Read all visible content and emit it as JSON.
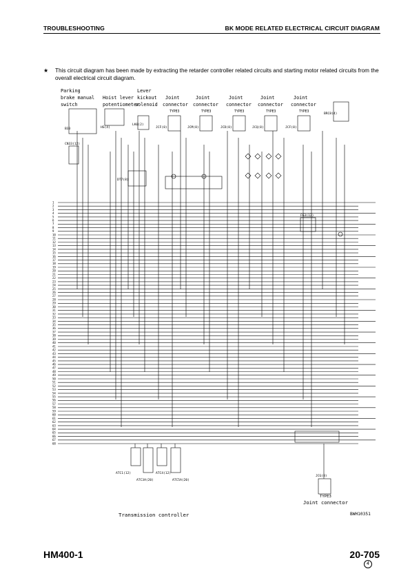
{
  "header": {
    "left": "TROUBLESHOOTING",
    "right": "BK MODE RELATED ELECTRICAL CIRCUIT DIAGRAM"
  },
  "note": {
    "bullet": "★",
    "text": "This circuit diagram has been made by extracting the retarder  controller related  circuits and starting motor related circuits from the overall  electrical circuit diagram."
  },
  "labels": {
    "parking_switch": [
      "Parking",
      "brake manual",
      "switch"
    ],
    "hoist_lever": [
      "Hoist lever",
      "potentiometer"
    ],
    "lever_kickout": [
      "Lever",
      "kickout",
      "solenoid"
    ],
    "jc1": [
      "Joint",
      "connector"
    ],
    "jc2": [
      "Joint",
      "connector"
    ],
    "jc3": [
      "Joint",
      "connector"
    ],
    "jc4": [
      "Joint",
      "connector"
    ],
    "jc5": [
      "Joint",
      "connector"
    ],
    "type3": "TYPE3",
    "bottom_joint": [
      "TYPE3",
      "Joint connector"
    ],
    "transmission": "Transmission controller",
    "figure_code": "BWH10351"
  },
  "connectors": {
    "b33": "B33",
    "cn33": "CN33(12)",
    "hs": "HS(4)",
    "lk": "LK0(2)",
    "dt": "DT7(8)",
    "jcf": "JCF(8)",
    "jcm": "JCM(8)",
    "jcd": "JCD(8)",
    "jcq": "JCQ(8)",
    "jcf2": "JCF(8)",
    "brc": "BRC8(4)",
    "fg3": "FG3(12)",
    "atc1": "ATC1(12)",
    "atc3a": "ATC3A(20)",
    "atc4": "ATC4(12)",
    "atc5a": "ATC5A(20)",
    "jcg": "JCG(8)"
  },
  "left_numbers": [
    "1",
    "2",
    "3",
    "4",
    "5",
    "6",
    "7",
    "8",
    "9",
    "10",
    "11",
    "12",
    "13",
    "14",
    "15",
    "16",
    "17",
    "18",
    "19",
    "20",
    "21",
    "22",
    "23",
    "24",
    "25",
    "26",
    "27",
    "28",
    "29",
    "30",
    "31",
    "32",
    "33",
    "34",
    "35",
    "36",
    "37",
    "38",
    "39",
    "40",
    "41",
    "42",
    "43",
    "44",
    "45",
    "46",
    "47",
    "48",
    "49",
    "50",
    "51",
    "52",
    "53",
    "54",
    "55",
    "56",
    "57",
    "58",
    "59",
    "60",
    "61",
    "62",
    "63",
    "64",
    "65",
    "66",
    "67",
    "68"
  ],
  "footer": {
    "model": "HM400-1",
    "page": "20-705",
    "sub": "4"
  }
}
